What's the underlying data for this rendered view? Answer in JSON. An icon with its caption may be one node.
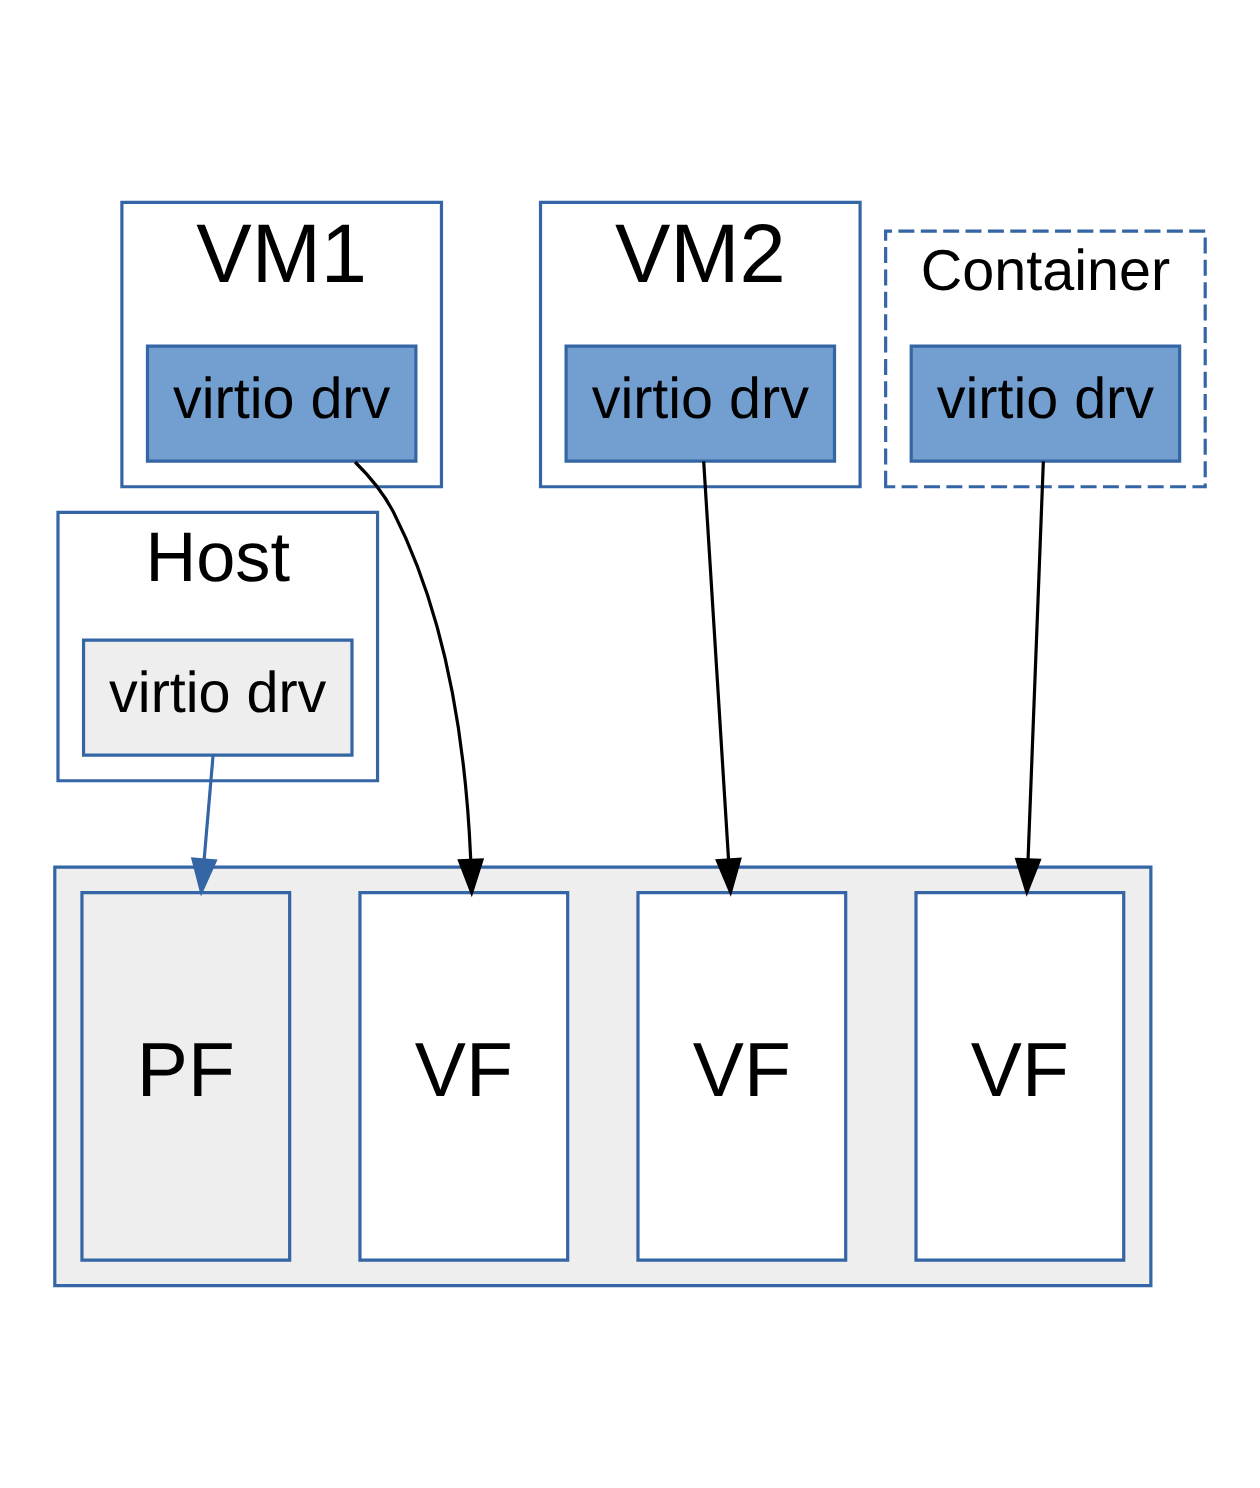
{
  "diagram": {
    "nodes": [
      {
        "text": [
          "VM1"
        ]
      },
      {
        "text": [
          "virtio drv"
        ],
        "in": 0
      },
      {
        "text": [
          "VM2"
        ]
      },
      {
        "text": [
          "virtio drv"
        ],
        "in": 2
      },
      {
        "text": [
          "Container"
        ]
      },
      {
        "text": [
          "virtio drv"
        ],
        "in": 4
      },
      {
        "text": [
          "Host"
        ]
      },
      {
        "text": [
          "virtio drv"
        ],
        "in": 6
      },
      {
        "text": [],
        "shape": "box"
      },
      {
        "text": [
          "PF"
        ],
        "in": 8
      },
      {
        "text": [
          "VF"
        ],
        "in": 8
      },
      {
        "text": [
          "VF"
        ],
        "in": 8
      },
      {
        "text": [
          "VF"
        ],
        "in": 8
      }
    ],
    "edges": [
      {
        "from": 1,
        "to": 10,
        "arrow": "to"
      },
      {
        "from": 3,
        "to": 11,
        "arrow": "to"
      },
      {
        "from": 5,
        "to": 12,
        "arrow": "to"
      },
      {
        "from": 7,
        "to": 9,
        "arrow": "to",
        "color": "#3465a4"
      }
    ]
  }
}
